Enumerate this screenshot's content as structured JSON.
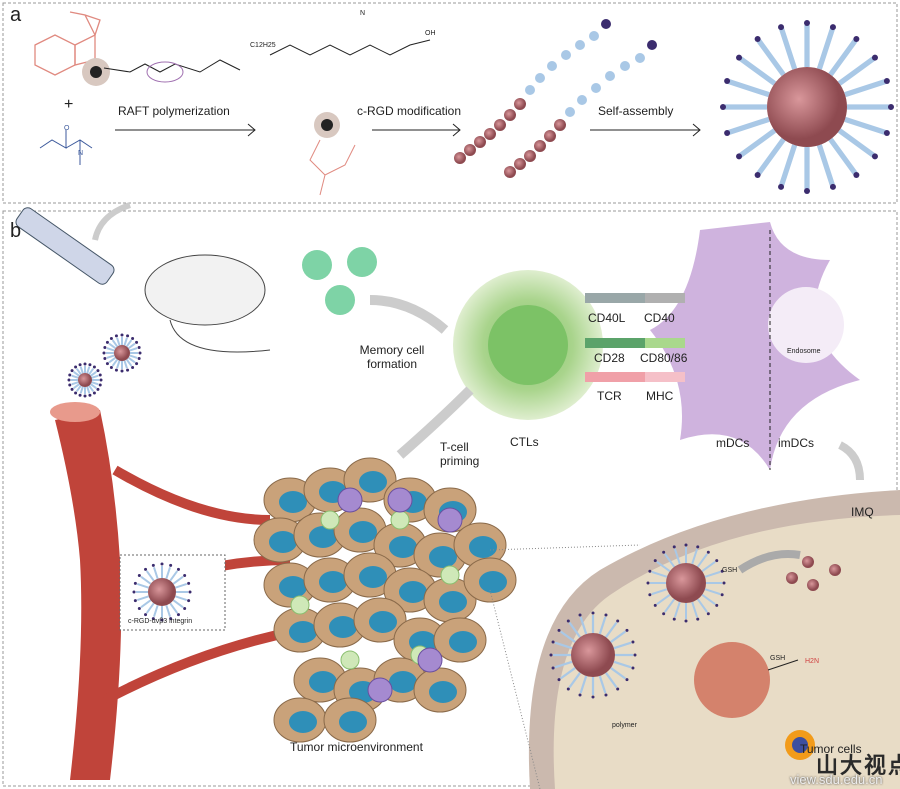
{
  "panel_a": {
    "letter": "a",
    "step1_label": "RAFT polymerization",
    "step2_label": "c-RGD modification",
    "step3_label": "Self-assembly",
    "plus": "+",
    "chem": {
      "alkyl": "C12H25",
      "acid": "OH",
      "nitrile": "N",
      "monomer_o": "O",
      "monomer_n": "N"
    }
  },
  "panel_b": {
    "letter": "b",
    "memory_label": "Memory cell formation",
    "ctl_label": "CTLs",
    "cd40l": "CD40L",
    "cd40": "CD40",
    "cd28": "CD28",
    "cd80": "CD80/86",
    "tcr": "TCR",
    "mhc": "MHC",
    "endosome": "Endosome",
    "mdcs": "mDCs",
    "imdcs": "imDCs",
    "priming": "T-cell priming",
    "imq": "IMQ",
    "integrin": "c-RGD-αvβ3 integrin",
    "tme": "Tumor microenvironment",
    "gsh1": "GSH",
    "gsh2": "GSH",
    "polymer": "polymer",
    "h2n": "H2N",
    "tumor_cells": "Tumor cells"
  },
  "watermark": {
    "text": "山大视点",
    "url": "view.sdu.edu.cn"
  },
  "colors": {
    "polymer_red": "#a65a60",
    "polymer_blue": "#a9c8e6",
    "ctl_green": "#b9dc9a",
    "dc_purple": "#c7a6d8",
    "tumor_blue": "#2f8fb8",
    "vessel": "#c0443a",
    "cell_bg": "#e8dcc6"
  }
}
